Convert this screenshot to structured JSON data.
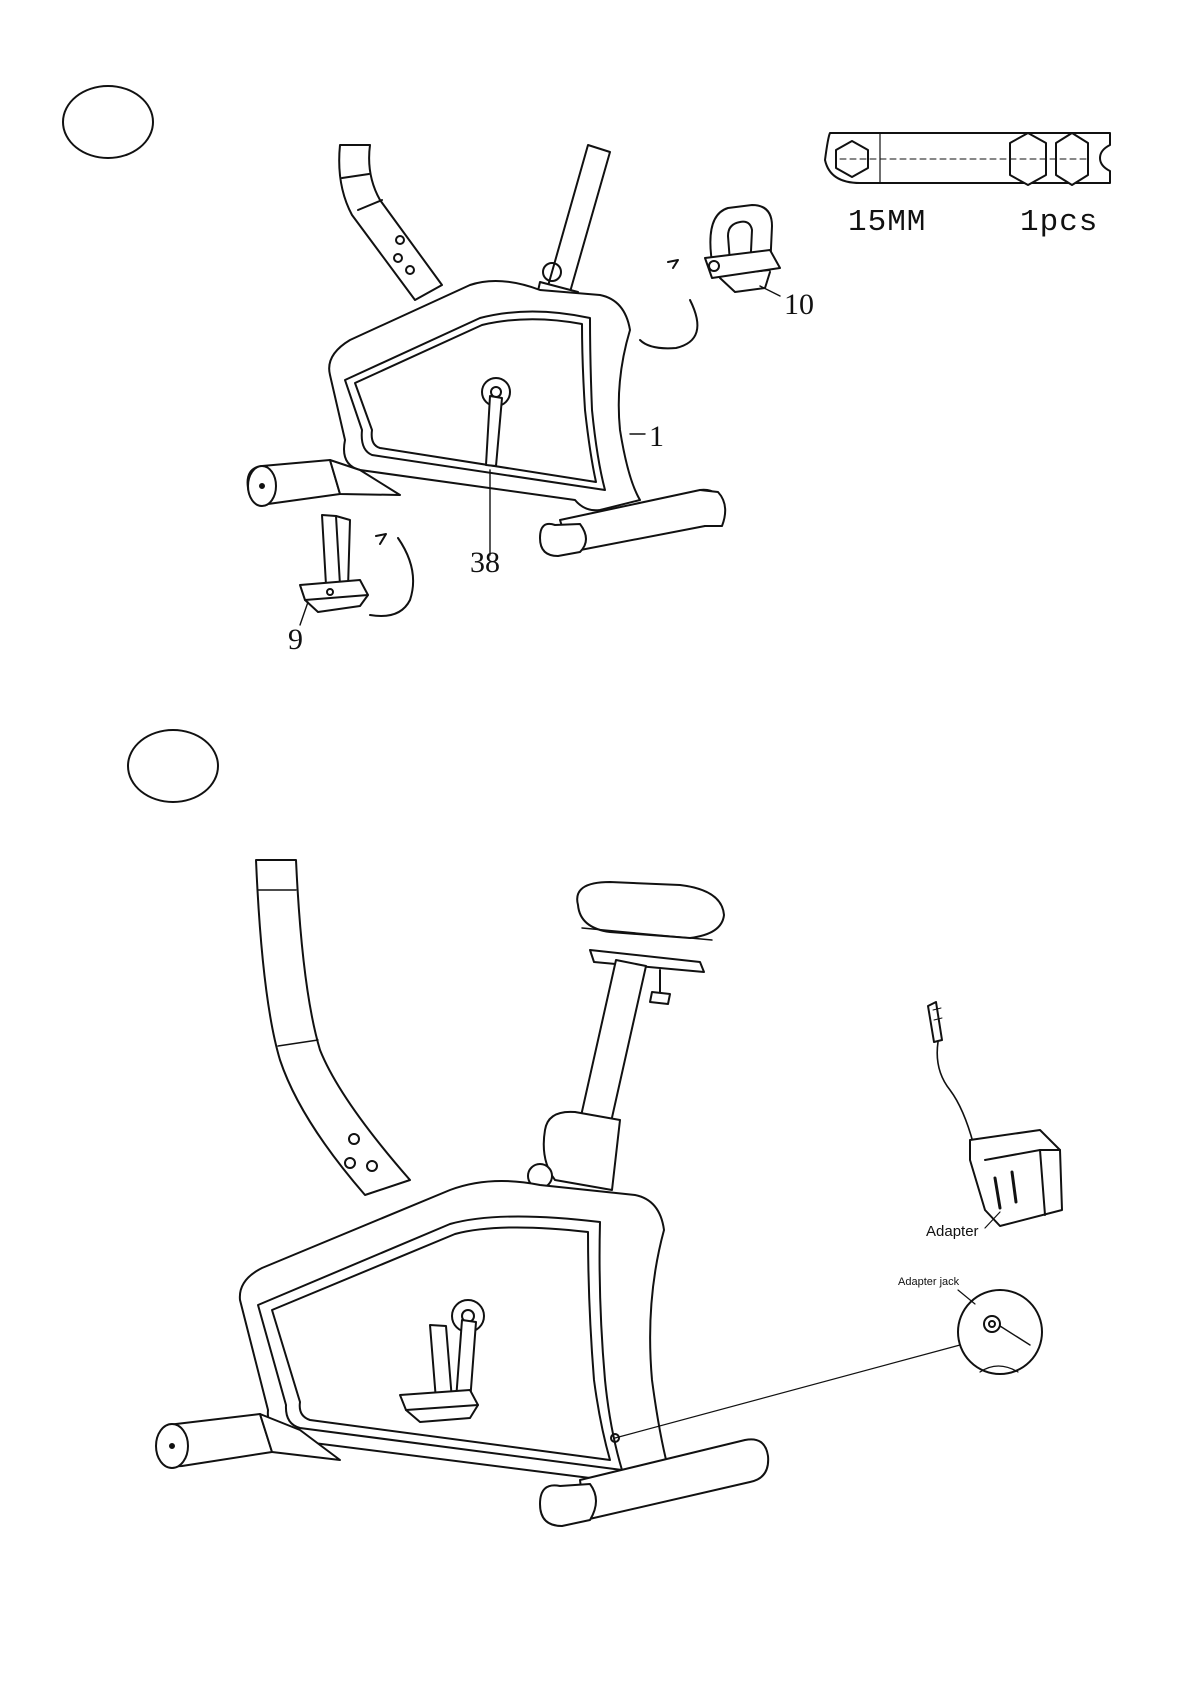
{
  "step1": {
    "part_labels": {
      "frame": "1",
      "crank": "38",
      "left_pedal": "9",
      "right_pedal": "10"
    },
    "tool": {
      "size": "15MM",
      "quantity": "1pcs"
    }
  },
  "step2": {
    "adapter_label": "Adapter",
    "adapter_jack_label": "Adapter jack"
  },
  "colors": {
    "line": "#111111",
    "background": "#ffffff"
  }
}
